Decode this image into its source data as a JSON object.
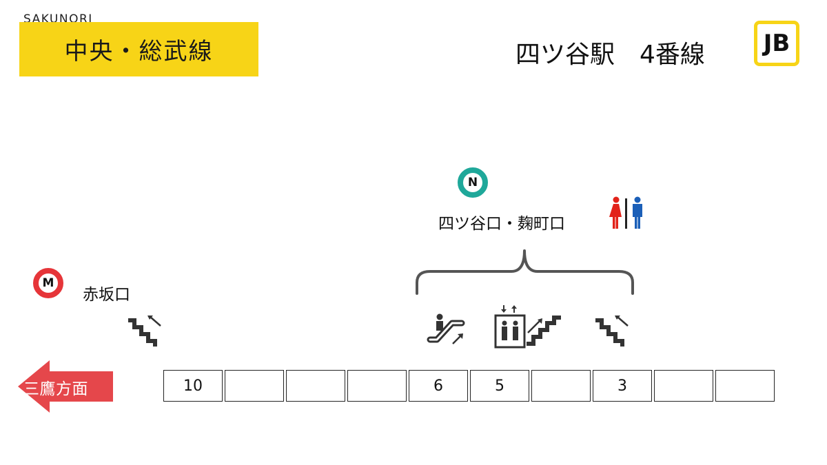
{
  "header": {
    "brand": "SAKUNORI",
    "line_name": "中央・総武線",
    "station_title": "四ツ谷駅　4番線",
    "line_code": "JB"
  },
  "exits": {
    "north": {
      "badge": "N",
      "label": "四ツ谷口・麹町口"
    },
    "metro": {
      "badge": "M",
      "label": "赤坂口"
    }
  },
  "direction": {
    "label": "三鷹方面"
  },
  "train": {
    "cars": [
      {
        "number": "10"
      },
      {
        "number": ""
      },
      {
        "number": ""
      },
      {
        "number": ""
      },
      {
        "number": "6"
      },
      {
        "number": "5"
      },
      {
        "number": ""
      },
      {
        "number": "3"
      },
      {
        "number": ""
      },
      {
        "number": ""
      }
    ]
  },
  "icons": [
    "stairs-up-icon",
    "escalator-up-icon",
    "elevator-icon",
    "stairs-icon",
    "stairs-up-icon",
    "restroom-icon"
  ],
  "colors": {
    "line_yellow": "#f7d417",
    "n_badge_teal": "#1fa89a",
    "m_badge_red": "#e63539",
    "direction_arrow": "#e5474b",
    "icon_gray": "#333333",
    "women_red": "#e2231a",
    "men_blue": "#1b5fb8"
  }
}
